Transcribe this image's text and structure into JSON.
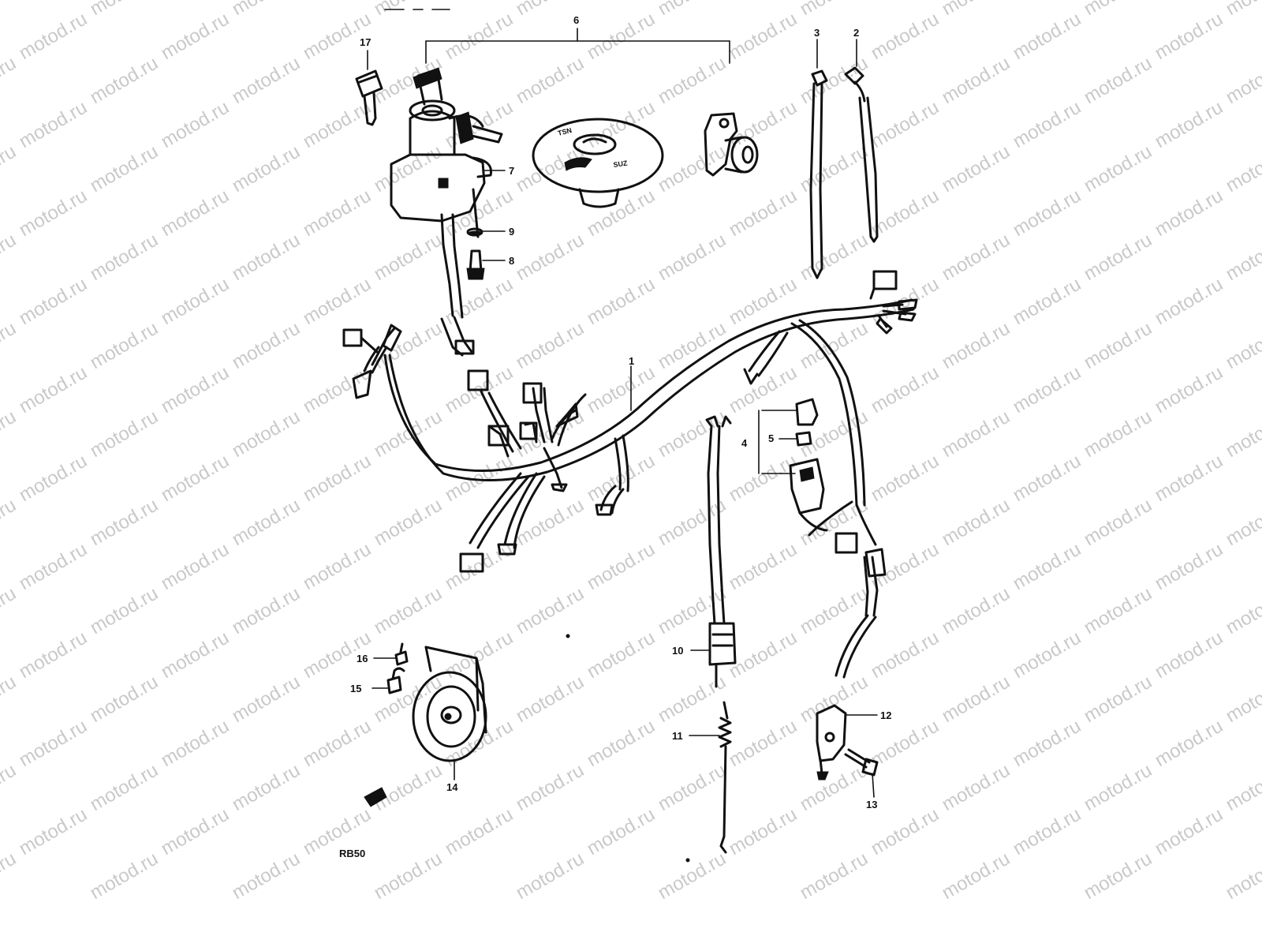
{
  "diagram": {
    "watermark_text": "motod.ru",
    "reference_code": "RB50",
    "parts": [
      {
        "id": "p1",
        "label": "1"
      },
      {
        "id": "p2",
        "label": "2"
      },
      {
        "id": "p3",
        "label": "3"
      },
      {
        "id": "p4",
        "label": "4"
      },
      {
        "id": "p5",
        "label": "5"
      },
      {
        "id": "p6",
        "label": "6"
      },
      {
        "id": "p7",
        "label": "7"
      },
      {
        "id": "p8",
        "label": "8"
      },
      {
        "id": "p9",
        "label": "9"
      },
      {
        "id": "p10",
        "label": "10"
      },
      {
        "id": "p11",
        "label": "11"
      },
      {
        "id": "p12",
        "label": "12"
      },
      {
        "id": "p13",
        "label": "13"
      },
      {
        "id": "p14",
        "label": "14"
      },
      {
        "id": "p15",
        "label": "15"
      },
      {
        "id": "p16",
        "label": "16"
      },
      {
        "id": "p17",
        "label": "17"
      }
    ],
    "colors": {
      "ink": "#111111",
      "watermark": "#c9c9c9",
      "background": "#ffffff"
    }
  }
}
